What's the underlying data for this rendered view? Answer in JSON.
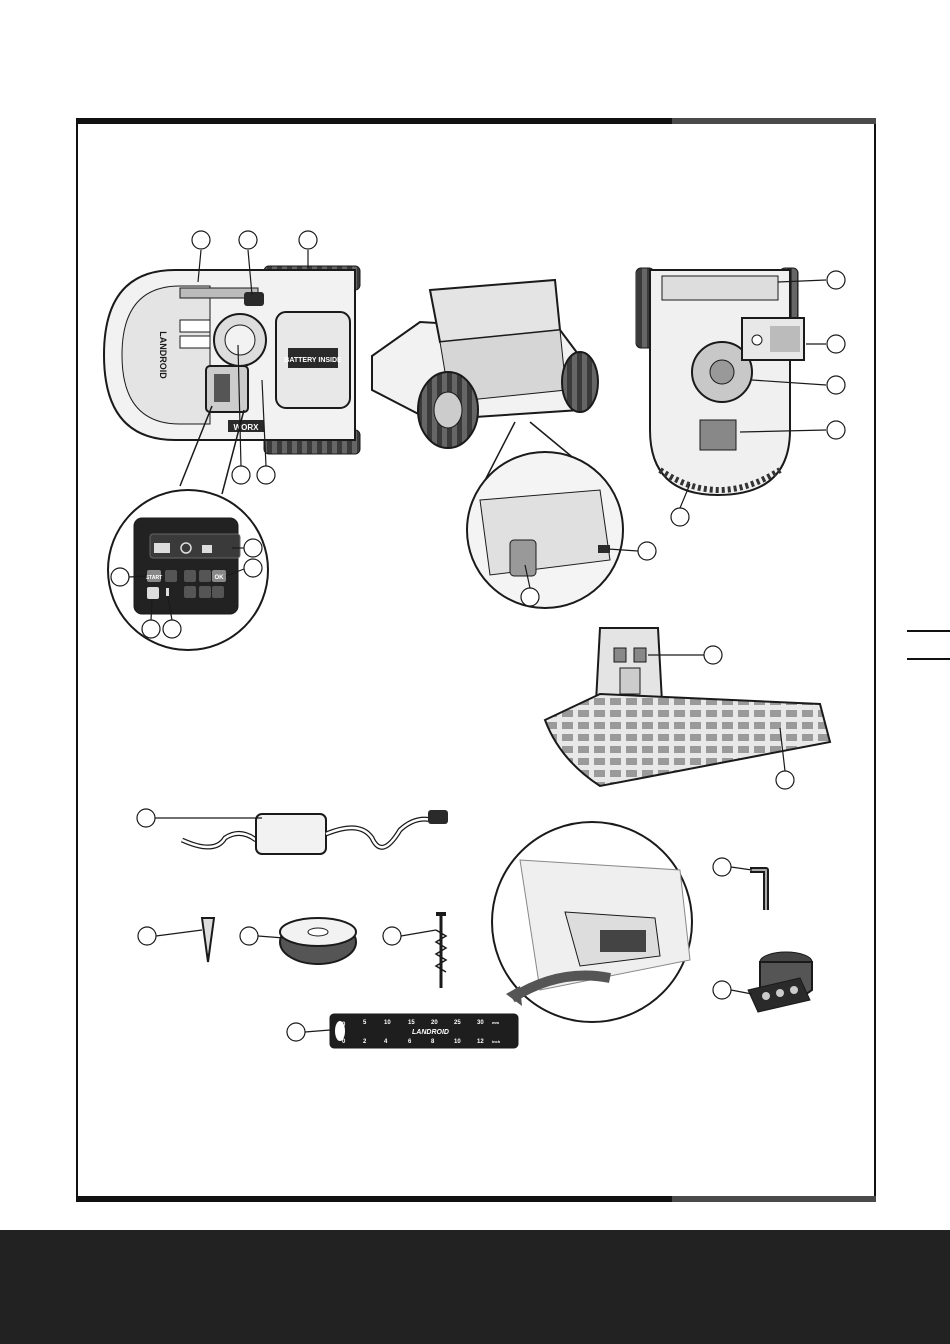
{
  "colors": {
    "frame": "#111111",
    "frame_tail": "#4a4a4a",
    "footer": "#222222",
    "drawing_stroke": "#1a1a1a",
    "drawing_fill": "#f2f2f2",
    "drawing_mid": "#d8d8d8",
    "drawing_dark": "#2a2a2a"
  },
  "mower_top": {
    "brand_text": "LANDROID",
    "model_text": "WORX"
  },
  "battery_cover_text": "BATTERY INSIDE",
  "control_panel": {
    "status_icons": [
      "battery-icon",
      "clock-icon",
      "lock-icon"
    ],
    "keys": {
      "start": "START",
      "home": "home-icon",
      "back": "back-icon",
      "up": "arrow-up-icon",
      "ok": "OK",
      "left": "arrow-left-icon",
      "down": "arrow-down-icon",
      "right": "arrow-right-icon",
      "power": "power-icon"
    }
  },
  "gauge": {
    "brand_text": "LANDROID",
    "top_scale": [
      "5",
      "10",
      "15",
      "20",
      "25",
      "30"
    ],
    "bottom_scale": [
      "2",
      "4",
      "6",
      "8",
      "10",
      "12"
    ],
    "top_zero": "0",
    "bottom_zero": "0",
    "top_unit": "mm",
    "bottom_unit": "inch"
  },
  "callouts": {
    "count": 24
  }
}
